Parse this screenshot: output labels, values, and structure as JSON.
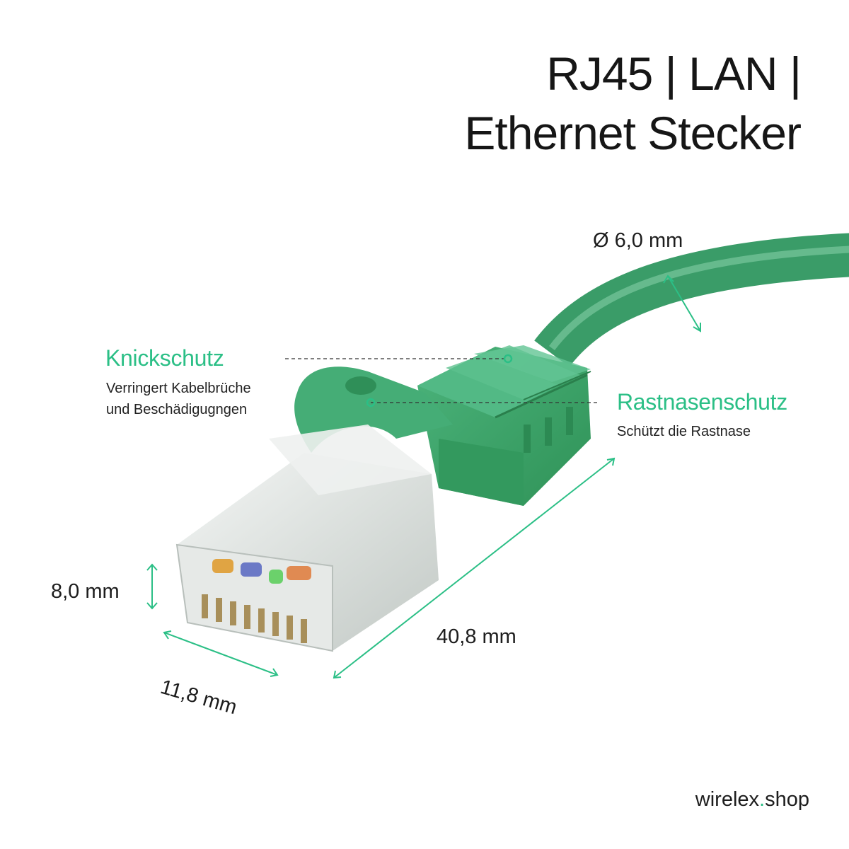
{
  "title": {
    "line1": "RJ45 | LAN |",
    "line2": "Ethernet Stecker"
  },
  "features": [
    {
      "title": "Knickschutz",
      "description_line1": "Verringert Kabelbrüche",
      "description_line2": "und Beschädigugngen"
    },
    {
      "title": "Rastnasenschutz",
      "description_line1": "Schützt die Rastnase"
    }
  ],
  "dimensions": {
    "cable_diameter": "Ø 6,0 mm",
    "height": "8,0 mm",
    "width": "11,8 mm",
    "length": "40,8 mm"
  },
  "brand": {
    "name": "wirelex",
    "dot": ".",
    "tld": "shop"
  },
  "colors": {
    "accent": "#2bbf86",
    "product_green": "#3aa36a",
    "text": "#1a1a1a",
    "background": "#ffffff"
  }
}
